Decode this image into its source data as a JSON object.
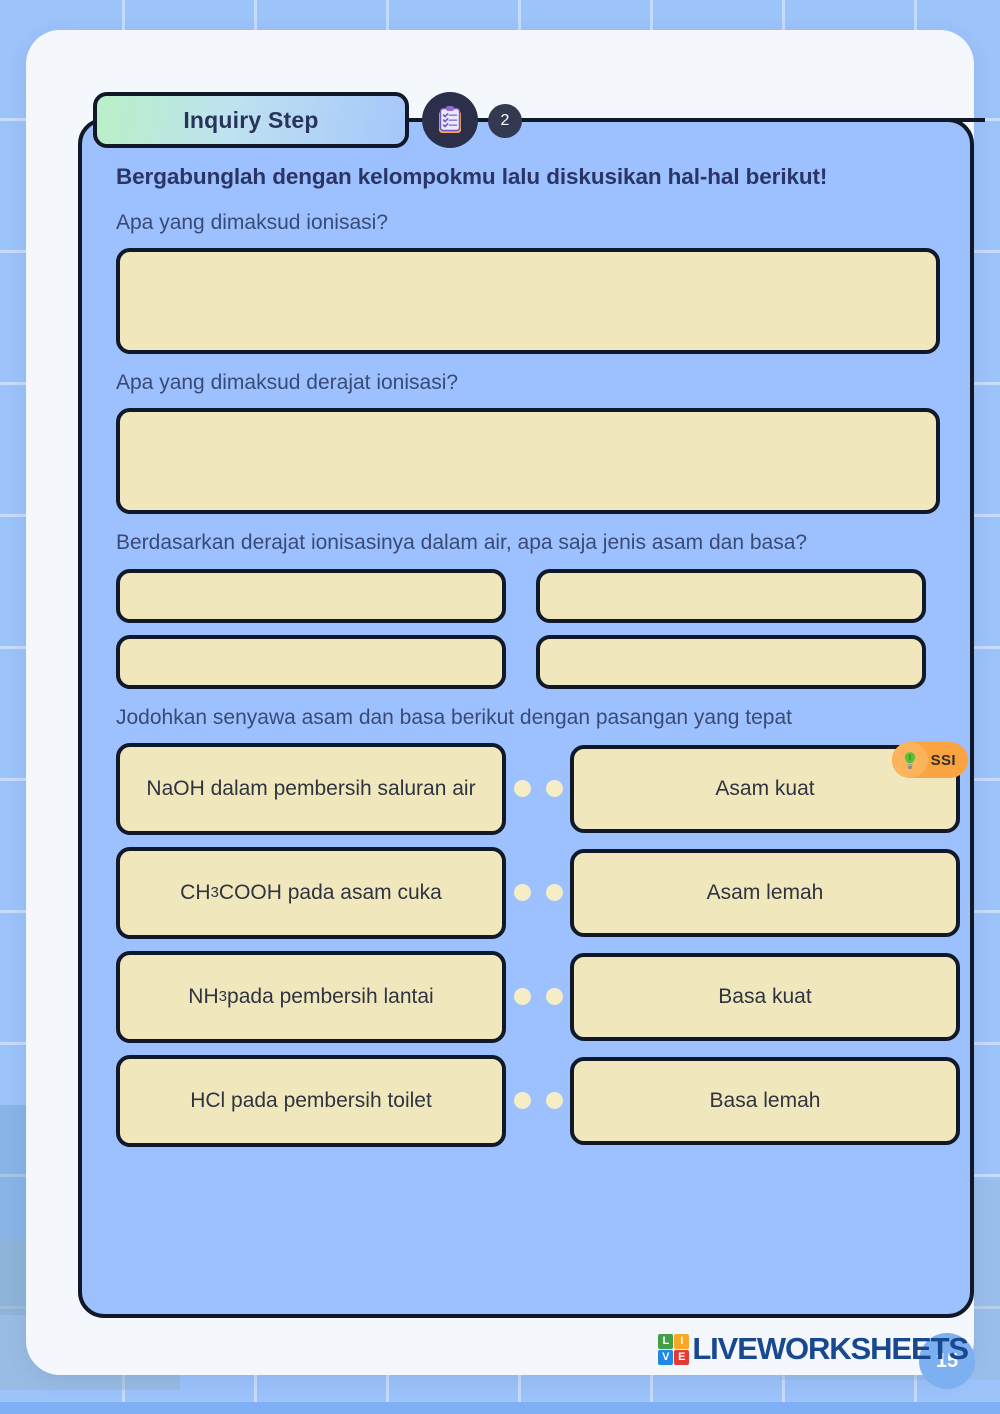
{
  "header": {
    "tab_label": "Inquiry Step",
    "step_number": "2",
    "clipboard_icon": "clipboard-checklist-icon"
  },
  "content": {
    "heading": "Bergabunglah dengan kelompokmu lalu diskusikan hal-hal berikut!",
    "questions": [
      {
        "prompt": "Apa yang dimaksud ionisasi?",
        "answer_value": ""
      },
      {
        "prompt": "Apa yang dimaksud derajat ionisasi?",
        "answer_value": ""
      },
      {
        "prompt": "Berdasarkan derajat ionisasinya dalam air, apa saja jenis asam dan basa?",
        "answer_values": [
          "",
          "",
          "",
          ""
        ]
      }
    ],
    "matching_prompt": "Jodohkan senyawa asam dan basa berikut dengan pasangan yang tepat"
  },
  "ssi_badge": {
    "label": "SSI",
    "icon": "lightbulb-icon"
  },
  "matching": {
    "left": [
      {
        "text": "NaOH dalam pembersih saluran air",
        "html": "NaOH dalam pembersih saluran air"
      },
      {
        "text": "CH3COOH pada asam cuka",
        "html": "CH<sub>3</sub>COOH pada asam cuka"
      },
      {
        "text": "NH3 pada pembersih lantai",
        "html": "NH<sub>3</sub> pada pembersih lantai"
      },
      {
        "text": "HCl pada pembersih toilet",
        "html": "HCl pada pembersih toilet"
      }
    ],
    "right": [
      {
        "text": "Asam kuat"
      },
      {
        "text": "Asam lemah"
      },
      {
        "text": "Basa kuat"
      },
      {
        "text": "Basa lemah"
      }
    ]
  },
  "footer": {
    "page_number": "15",
    "logo_tiles": [
      "L",
      "I",
      "V",
      "E"
    ],
    "logo_word": "LIVEWORKSHEETS"
  },
  "colors": {
    "page_background": "#9dc3fb",
    "sheet": "#f4f8fd",
    "card": "#9dc1fe",
    "answer_box": "#f0e7bd",
    "outline": "#111827",
    "heading_text": "#2a3566",
    "question_text": "#3a4a77",
    "badge_orange": "#f9a441",
    "page_number_circle": "#7db0f0",
    "logo_blue": "#18488f"
  }
}
